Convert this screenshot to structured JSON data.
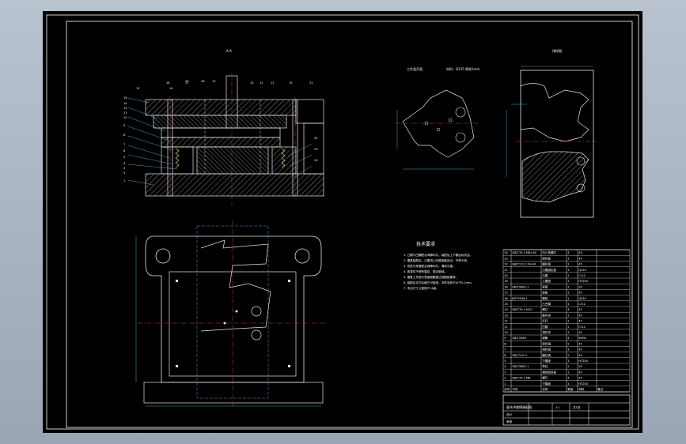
{
  "colors": {
    "background": "#000000",
    "frame": "#ffffff",
    "line": "#e6e6e6",
    "dim": "#5ec8ff",
    "center": "#ff5050",
    "hatch": "#cfcfcf",
    "table": "#ffffff",
    "accent": "#f0e68c"
  },
  "section": {
    "title": "A-A",
    "numbers_left": [
      "15",
      "16",
      "14",
      "13",
      "11",
      "10",
      "9",
      "8",
      "7",
      "6",
      "5",
      "4",
      "3",
      "2",
      "1"
    ],
    "numbers_top": [
      "18",
      "17",
      "14",
      "20",
      "16",
      "15",
      "13",
      "12",
      "11",
      "19",
      "21"
    ],
    "numbers_right": [
      "22",
      "23",
      "24"
    ]
  },
  "part": {
    "heading": "工件展开图",
    "spec": "材料：Q235",
    "thickness": "厚度1mm"
  },
  "strip": {
    "title": "排样图"
  },
  "notes": {
    "title": "技术要求",
    "lines": [
      "1. 凸模与凹模配合间隙均匀，装配后上下模运动灵活。",
      "2. 模具装配后，凸模进入凹模深度适当，不得卡死。",
      "3. 导柱与导套配合间隙均匀，滑动平稳。",
      "4. 各零件不得有裂纹，锐边倒钝。",
      "5. 模具工作部分表面粗糙度达到图纸要求。",
      "6. 装配后试冲合格方可使用，冲件毛刺不大于0.1mm。",
      "7. 未注尺寸公差按IT14级。"
    ]
  },
  "bom": {
    "rows": [
      [
        "24",
        "GB/T70.1 M8×30",
        "内六角螺钉",
        "4",
        "45"
      ],
      [
        "23",
        "",
        "卸料板",
        "1",
        "45"
      ],
      [
        "22",
        "GB/T119.1 6×40",
        "圆柱销",
        "2",
        "45"
      ],
      [
        "21",
        "",
        "凸模固定板",
        "1",
        "Q235"
      ],
      [
        "20",
        "",
        "凸模",
        "1",
        "Cr12"
      ],
      [
        "19",
        "",
        "上模座",
        "1",
        "HT200"
      ],
      [
        "18",
        "GB/T2861.1",
        "导套",
        "2",
        "20"
      ],
      [
        "17",
        "",
        "垫板",
        "1",
        "45"
      ],
      [
        "16",
        "JB/T7646.1",
        "模柄",
        "1",
        "Q235"
      ],
      [
        "15",
        "",
        "凸凹模",
        "1",
        "Cr12"
      ],
      [
        "14",
        "GB/T70.1 M10",
        "螺钉",
        "4",
        "45"
      ],
      [
        "13",
        "",
        "推件块",
        "1",
        "45"
      ],
      [
        "12",
        "",
        "打杆",
        "1",
        "45"
      ],
      [
        "11",
        "",
        "凹模",
        "1",
        "Cr12"
      ],
      [
        "10",
        "",
        "顶件块",
        "1",
        "45"
      ],
      [
        "9",
        "GB/T2089",
        "弹簧",
        "4",
        "65Mn"
      ],
      [
        "8",
        "",
        "导料销",
        "2",
        "45"
      ],
      [
        "7",
        "",
        "挡料销",
        "1",
        "45"
      ],
      [
        "6",
        "GB/T119.1",
        "圆柱销",
        "2",
        "45"
      ],
      [
        "5",
        "",
        "下模座",
        "1",
        "HT200"
      ],
      [
        "4",
        "GB/T2861.1",
        "导柱",
        "2",
        "20"
      ],
      [
        "3",
        "",
        "弹性卸料板",
        "1",
        "45"
      ],
      [
        "2",
        "GB/T70.1 M8",
        "螺钉",
        "4",
        "45"
      ],
      [
        "1",
        "",
        "下模板",
        "1",
        "HT200"
      ]
    ],
    "header": [
      "序号",
      "代号",
      "名称",
      "数量",
      "材料",
      "备注"
    ]
  },
  "title_block": {
    "name": "复合冲裁模装配图",
    "scale": "1:1",
    "sheet": "共1张",
    "drawn": "设计",
    "checked": "审核"
  }
}
